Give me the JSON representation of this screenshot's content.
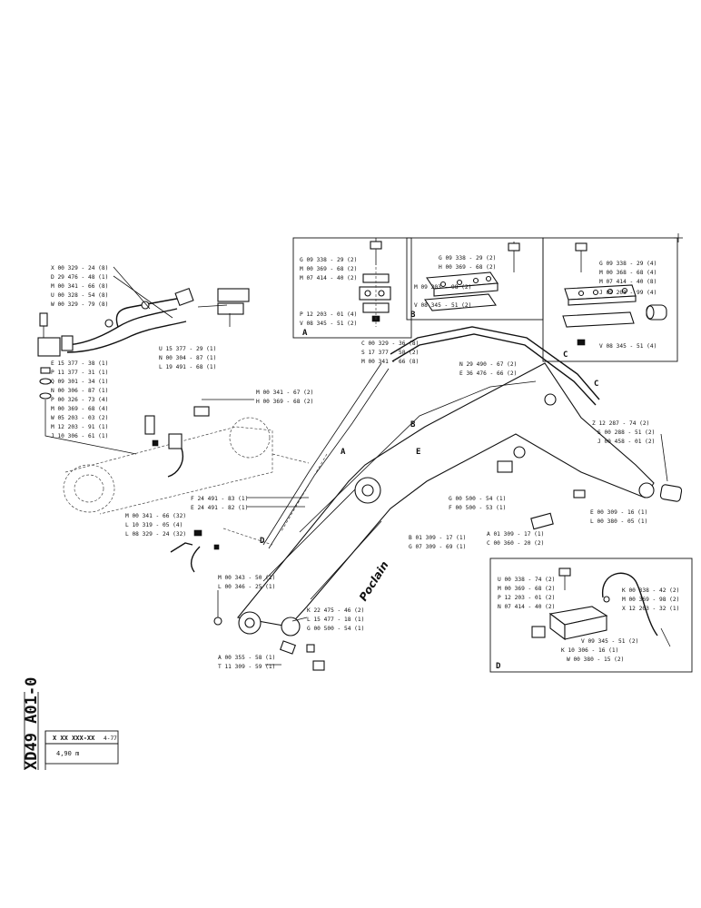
{
  "document": {
    "code": "XD49 A01-0",
    "ref_code": "X XX XXX-XX",
    "date": "4-77",
    "length": "4,90 m",
    "logo_text": "Poclain"
  },
  "detail_tags": [
    "A",
    "B",
    "C",
    "D"
  ],
  "callout_tags": [
    "A",
    "B",
    "C",
    "D",
    "E"
  ],
  "labels_left_top": [
    "X 00 329 - 24 (8)",
    "D 29 476 - 48 (1)",
    "M 00 341 - 66 (8)",
    "U 00 328 - 54 (8)",
    "W 00 329 - 79 (8)"
  ],
  "labels_left_mid": [
    "E 15 377 - 38 (1)",
    "P 11 377 - 31 (1)",
    "Q 09 301 - 34 (1)",
    "N 00 306 - 87 (1)",
    "P 00 326 - 73 (4)",
    "M 00 369 - 68 (4)",
    "W 05 203 - 03 (2)",
    "M 12 203 - 91 (1)",
    "J 10 306 - 61 (1)"
  ],
  "labels_fitting": [
    "U 15 377 - 29 (1)",
    "N 00 304 - 87 (1)",
    "L 19 491 - 68 (1)"
  ],
  "labels_hose_clamp": [
    "M 00 341 - 67 (2)",
    "H 00 369 - 68 (2)"
  ],
  "labels_box_a": [
    "G 09 338 - 29 (2)",
    "M 00 369 - 68 (2)",
    "M 07 414 - 40 (2)",
    "P 12 203 - 01 (4)",
    "V 08 345 - 51 (2)"
  ],
  "labels_box_b": [
    "G 09 338 - 29 (2)",
    "H 00 369 - 68 (2)",
    "M 09 203 - 98 (2)",
    "V 08 345 - 51 (2)"
  ],
  "labels_box_c": [
    "G 09 338 - 29 (4)",
    "M 00 368 - 68 (4)",
    "M 07 414 - 40 (8)",
    "J 09 203 - 99 (4)",
    "V 08 345 - 51 (4)"
  ],
  "labels_arm_top": [
    "C 00 329 - 36 (8)",
    "S 17 377 - 58 (2)",
    "M 00 341 - 66 (8)"
  ],
  "labels_arm_hoses": [
    "N 29 490 - 67 (2)",
    "E 36 476 - 66 (2)"
  ],
  "labels_right_end": [
    "Z 12 287 - 74 (2)",
    "S 00 288 - 51 (2)",
    "J 00 458 - 01 (2)"
  ],
  "labels_right_pin": [
    "E 00 309 - 16 (1)",
    "L 00 380 - 05 (1)"
  ],
  "labels_mid": [
    "F 24 491 - 83 (1)",
    "E 24 491 - 82 (1)"
  ],
  "labels_mid_right": [
    "G 00 500 - 54 (1)",
    "F 00 500 - 53 (1)",
    "A 01 309 - 17 (1)",
    "C 00 360 - 20 (2)",
    "B 01 309 - 17 (1)",
    "G 07 309 - 69 (1)"
  ],
  "labels_left_lower": [
    "M 00 341 - 66 (32)",
    "L 10 319 - 05 (4)",
    "L 08 329 - 24 (32)"
  ],
  "labels_lower_mid": [
    "M 00 343 - 50 (1)",
    "L 00 346 - 25 (1)"
  ],
  "labels_bottom_arm": [
    "K 22 475 - 46 (2)",
    "L 15 477 - 18 (1)",
    "G 00 500 - 54 (1)"
  ],
  "labels_bottom_left": [
    "A 00 355 - 58 (1)",
    "T 11 309 - 59 (1)"
  ],
  "labels_box_d_left": [
    "U 00 338 - 74 (2)",
    "M 00 369 - 68 (2)",
    "P 12 203 - 01 (2)",
    "N 07 414 - 40 (2)"
  ],
  "labels_box_d_right": [
    "K 00 338 - 42 (2)",
    "M 00 369 - 98 (2)",
    "X 12 203 - 32 (1)",
    "V 09 345 - 51 (2)",
    "K 10 306 - 16 (1)",
    "W 00 380 - 15 (2)"
  ]
}
